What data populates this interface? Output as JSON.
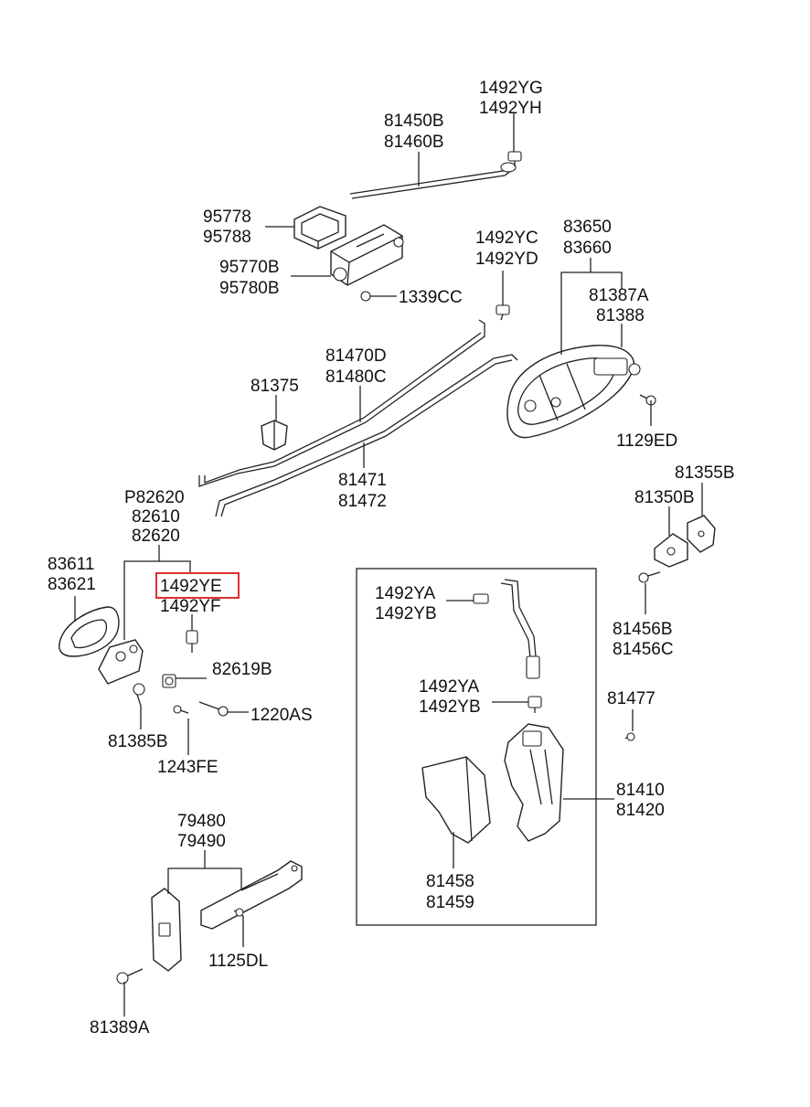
{
  "highlight": {
    "color": "#e03030",
    "part": "1492YE"
  },
  "labels": {
    "l1492yg": "1492YG",
    "l1492yh": "1492YH",
    "l81450b": "81450B",
    "l81460b": "81460B",
    "l95778": "95778",
    "l95788": "95788",
    "l95770b": "95770B",
    "l95780b": "95780B",
    "l1339cc": "1339CC",
    "l1492yc": "1492YC",
    "l1492yd": "1492YD",
    "l83650": "83650",
    "l83660": "83660",
    "l81387a": "81387A",
    "l81388": "81388",
    "l81470d": "81470D",
    "l81480c": "81480C",
    "l81375": "81375",
    "l1129ed": "1129ED",
    "l81471": "81471",
    "l81472": "81472",
    "l81355b": "81355B",
    "l81350b": "81350B",
    "lp82620": "P82620",
    "l82610": "82610",
    "l82620": "82620",
    "l83611": "83611",
    "l83621": "83621",
    "l1492ye": "1492YE",
    "l1492yf": "1492YF",
    "l1492ya1": "1492YA",
    "l1492yb1": "1492YB",
    "l81456b": "81456B",
    "l81456c": "81456C",
    "l82619b": "82619B",
    "l1220as": "1220AS",
    "l1492ya2": "1492YA",
    "l1492yb2": "1492YB",
    "l81477": "81477",
    "l81385b": "81385B",
    "l1243fe": "1243FE",
    "l81410": "81410",
    "l81420": "81420",
    "l79480": "79480",
    "l79490": "79490",
    "l81458": "81458",
    "l81459": "81459",
    "l1125dl": "1125DL",
    "l81389a": "81389A"
  }
}
